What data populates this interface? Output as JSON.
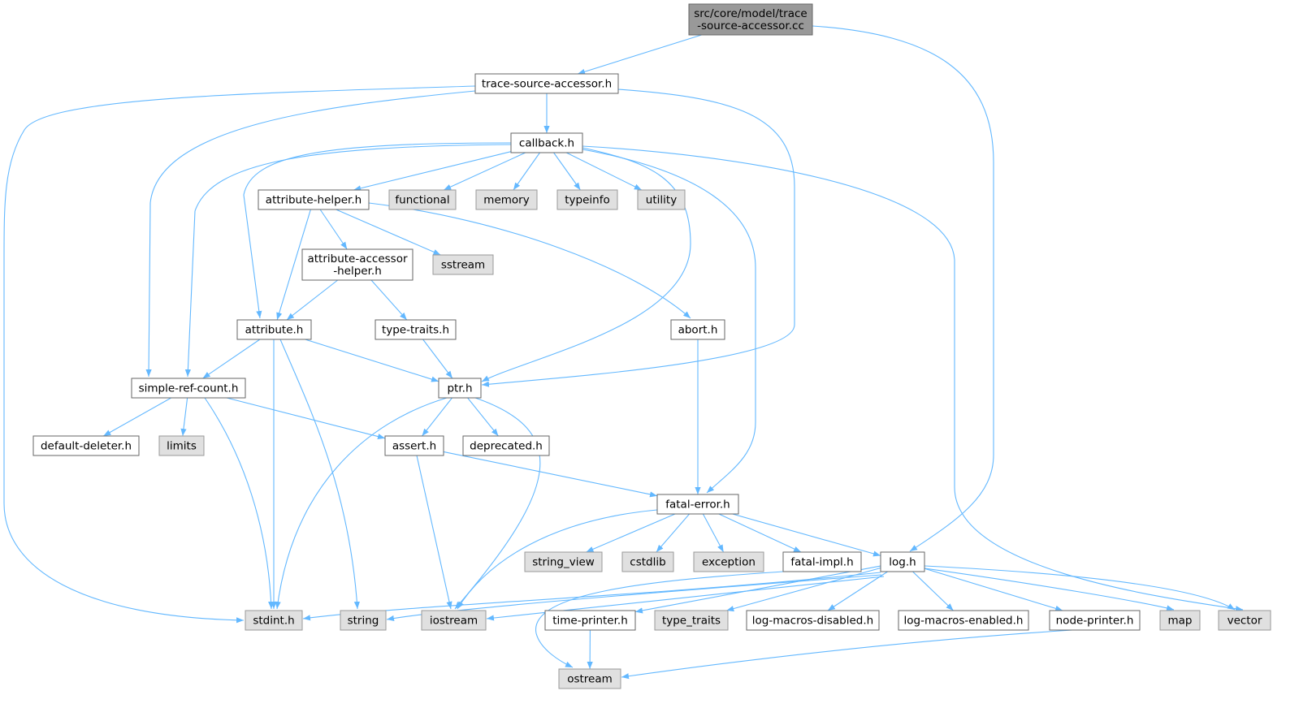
{
  "colors": {
    "edge": "#63b8ff",
    "root_fill": "#999999",
    "root_stroke": "#666666",
    "local_fill": "#ffffff",
    "local_stroke": "#666666",
    "system_fill": "#e0e0e0",
    "system_stroke": "#999999"
  },
  "nodes": [
    {
      "id": "root",
      "lines": [
        "src/core/model/trace",
        "-source-accessor.cc"
      ],
      "kind": "root"
    },
    {
      "id": "tsa",
      "lines": [
        "trace-source-accessor.h"
      ],
      "kind": "local"
    },
    {
      "id": "callback",
      "lines": [
        "callback.h"
      ],
      "kind": "local"
    },
    {
      "id": "attrhelper",
      "lines": [
        "attribute-helper.h"
      ],
      "kind": "local"
    },
    {
      "id": "functional",
      "lines": [
        "functional"
      ],
      "kind": "system"
    },
    {
      "id": "memory",
      "lines": [
        "memory"
      ],
      "kind": "system"
    },
    {
      "id": "typeinfo",
      "lines": [
        "typeinfo"
      ],
      "kind": "system"
    },
    {
      "id": "utility",
      "lines": [
        "utility"
      ],
      "kind": "system"
    },
    {
      "id": "attracc",
      "lines": [
        "attribute-accessor",
        "-helper.h"
      ],
      "kind": "local"
    },
    {
      "id": "sstream",
      "lines": [
        "sstream"
      ],
      "kind": "system"
    },
    {
      "id": "attribute",
      "lines": [
        "attribute.h"
      ],
      "kind": "local"
    },
    {
      "id": "typetraits",
      "lines": [
        "type-traits.h"
      ],
      "kind": "local"
    },
    {
      "id": "abort",
      "lines": [
        "abort.h"
      ],
      "kind": "local"
    },
    {
      "id": "simpleref",
      "lines": [
        "simple-ref-count.h"
      ],
      "kind": "local"
    },
    {
      "id": "ptr",
      "lines": [
        "ptr.h"
      ],
      "kind": "local"
    },
    {
      "id": "defdel",
      "lines": [
        "default-deleter.h"
      ],
      "kind": "local"
    },
    {
      "id": "limits",
      "lines": [
        "limits"
      ],
      "kind": "system"
    },
    {
      "id": "assert",
      "lines": [
        "assert.h"
      ],
      "kind": "local"
    },
    {
      "id": "deprecated",
      "lines": [
        "deprecated.h"
      ],
      "kind": "local"
    },
    {
      "id": "fatalerror",
      "lines": [
        "fatal-error.h"
      ],
      "kind": "local"
    },
    {
      "id": "stringview",
      "lines": [
        "string_view"
      ],
      "kind": "system"
    },
    {
      "id": "cstdlib",
      "lines": [
        "cstdlib"
      ],
      "kind": "system"
    },
    {
      "id": "exception",
      "lines": [
        "exception"
      ],
      "kind": "system"
    },
    {
      "id": "fatalimpl",
      "lines": [
        "fatal-impl.h"
      ],
      "kind": "local"
    },
    {
      "id": "log",
      "lines": [
        "log.h"
      ],
      "kind": "local"
    },
    {
      "id": "stdint",
      "lines": [
        "stdint.h"
      ],
      "kind": "system"
    },
    {
      "id": "string",
      "lines": [
        "string"
      ],
      "kind": "system"
    },
    {
      "id": "iostream",
      "lines": [
        "iostream"
      ],
      "kind": "system"
    },
    {
      "id": "timeprinter",
      "lines": [
        "time-printer.h"
      ],
      "kind": "local"
    },
    {
      "id": "typetraitsstd",
      "lines": [
        "type_traits"
      ],
      "kind": "system"
    },
    {
      "id": "logdis",
      "lines": [
        "log-macros-disabled.h"
      ],
      "kind": "local"
    },
    {
      "id": "logen",
      "lines": [
        "log-macros-enabled.h"
      ],
      "kind": "local"
    },
    {
      "id": "nodeprinter",
      "lines": [
        "node-printer.h"
      ],
      "kind": "local"
    },
    {
      "id": "map",
      "lines": [
        "map"
      ],
      "kind": "system"
    },
    {
      "id": "vector",
      "lines": [
        "vector"
      ],
      "kind": "system"
    },
    {
      "id": "ostream",
      "lines": [
        "ostream"
      ],
      "kind": "system"
    }
  ],
  "edges": [
    [
      "root",
      "tsa"
    ],
    [
      "root",
      "log"
    ],
    [
      "tsa",
      "callback"
    ],
    [
      "tsa",
      "simpleref"
    ],
    [
      "tsa",
      "ptr"
    ],
    [
      "tsa",
      "stdint"
    ],
    [
      "callback",
      "attrhelper"
    ],
    [
      "callback",
      "functional"
    ],
    [
      "callback",
      "memory"
    ],
    [
      "callback",
      "typeinfo"
    ],
    [
      "callback",
      "utility"
    ],
    [
      "callback",
      "attribute"
    ],
    [
      "callback",
      "simpleref"
    ],
    [
      "callback",
      "ptr"
    ],
    [
      "callback",
      "fatalerror"
    ],
    [
      "callback",
      "vector"
    ],
    [
      "attrhelper",
      "attracc"
    ],
    [
      "attrhelper",
      "sstream"
    ],
    [
      "attrhelper",
      "attribute"
    ],
    [
      "attrhelper",
      "abort"
    ],
    [
      "attracc",
      "attribute"
    ],
    [
      "attracc",
      "typetraits"
    ],
    [
      "attribute",
      "simpleref"
    ],
    [
      "attribute",
      "ptr"
    ],
    [
      "attribute",
      "stdint"
    ],
    [
      "attribute",
      "string"
    ],
    [
      "typetraits",
      "ptr"
    ],
    [
      "abort",
      "fatalerror"
    ],
    [
      "simpleref",
      "defdel"
    ],
    [
      "simpleref",
      "limits"
    ],
    [
      "simpleref",
      "assert"
    ],
    [
      "simpleref",
      "stdint"
    ],
    [
      "ptr",
      "assert"
    ],
    [
      "ptr",
      "deprecated"
    ],
    [
      "ptr",
      "stdint"
    ],
    [
      "ptr",
      "iostream"
    ],
    [
      "assert",
      "fatalerror"
    ],
    [
      "assert",
      "iostream"
    ],
    [
      "fatalerror",
      "stringview"
    ],
    [
      "fatalerror",
      "cstdlib"
    ],
    [
      "fatalerror",
      "exception"
    ],
    [
      "fatalerror",
      "fatalimpl"
    ],
    [
      "fatalerror",
      "log"
    ],
    [
      "fatalerror",
      "iostream"
    ],
    [
      "fatalimpl",
      "ostream"
    ],
    [
      "log",
      "stdint"
    ],
    [
      "log",
      "string"
    ],
    [
      "log",
      "iostream"
    ],
    [
      "log",
      "timeprinter"
    ],
    [
      "log",
      "typetraitsstd"
    ],
    [
      "log",
      "logdis"
    ],
    [
      "log",
      "logen"
    ],
    [
      "log",
      "nodeprinter"
    ],
    [
      "log",
      "map"
    ],
    [
      "log",
      "vector"
    ],
    [
      "timeprinter",
      "ostream"
    ],
    [
      "nodeprinter",
      "ostream"
    ]
  ]
}
